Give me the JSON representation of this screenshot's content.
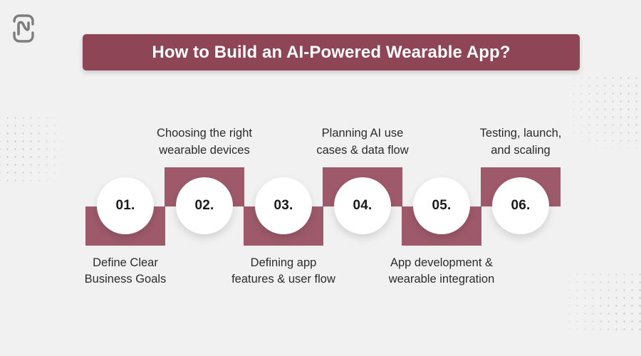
{
  "brand": {
    "logo_icon": "app-monogram-n-icon"
  },
  "header": {
    "title": "How to Build an AI-Powered Wearable App?"
  },
  "theme": {
    "background": "#f1f1f1",
    "title_bar": "#8e4555",
    "block": "#9e5a6a",
    "circle": "#ffffff",
    "text": "#2b2b2b",
    "dots": "#b9b9b9"
  },
  "steps": [
    {
      "number": "01.",
      "caption": "Define Clear\nBusiness Goals",
      "caption_position": "below"
    },
    {
      "number": "02.",
      "caption": "Choosing the right\nwearable devices",
      "caption_position": "above"
    },
    {
      "number": "03.",
      "caption": "Defining app\nfeatures & user flow",
      "caption_position": "below"
    },
    {
      "number": "04.",
      "caption": "Planning AI use\ncases & data flow",
      "caption_position": "above"
    },
    {
      "number": "05.",
      "caption": "App development &\nwearable integration",
      "caption_position": "below"
    },
    {
      "number": "06.",
      "caption": "Testing, launch,\nand scaling",
      "caption_position": "above"
    }
  ]
}
